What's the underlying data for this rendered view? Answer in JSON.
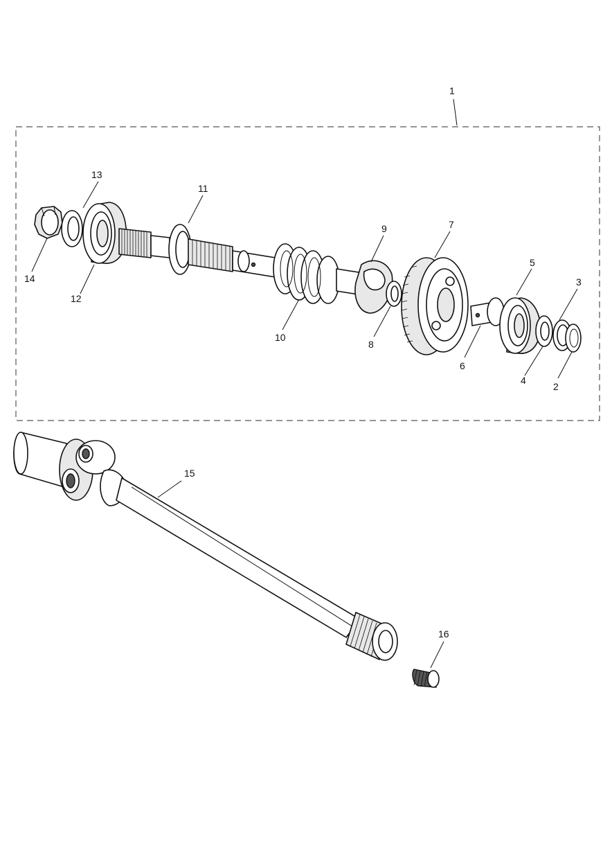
{
  "diagram": {
    "callouts": {
      "c1": "1",
      "c2": "2",
      "c3": "3",
      "c4": "4",
      "c5": "5",
      "c6": "6",
      "c7": "7",
      "c8": "8",
      "c9": "9",
      "c10": "10",
      "c11": "11",
      "c12": "12",
      "c13": "13",
      "c14": "14",
      "c15": "15",
      "c16": "16"
    }
  }
}
